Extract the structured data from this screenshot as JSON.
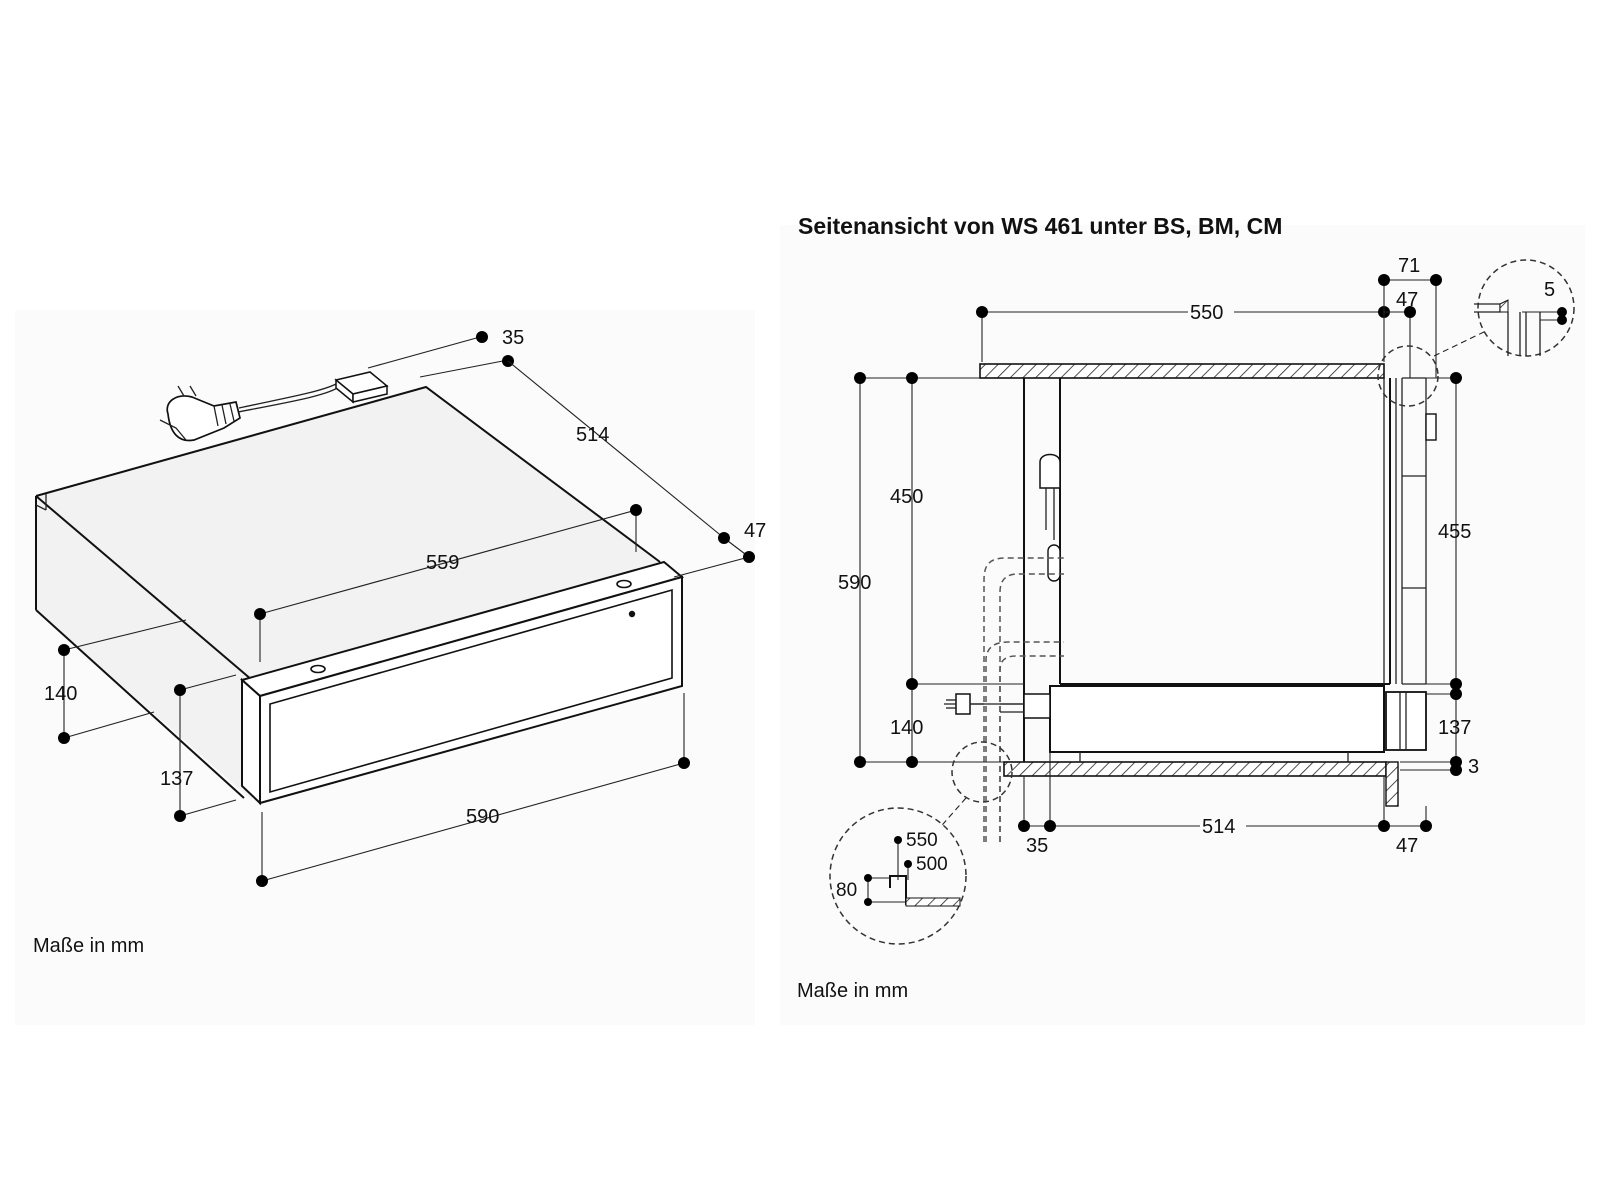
{
  "left_view": {
    "dims": {
      "d35": "35",
      "d514": "514",
      "d47": "47",
      "d559": "559",
      "d140": "140",
      "d137": "137",
      "d590": "590"
    },
    "units_note": "Maße in mm"
  },
  "right_view": {
    "title": "Seitenansicht von WS 461 unter BS, BM, CM",
    "dims": {
      "d71": "71",
      "d47_top": "47",
      "d550": "550",
      "d5": "5",
      "d450": "450",
      "d590": "590",
      "d455": "455",
      "d140": "140",
      "d137": "137",
      "d3": "3",
      "d35": "35",
      "d514": "514",
      "d47_bottom": "47"
    },
    "detail": {
      "d550": "550",
      "d500": "500",
      "d80": "80"
    },
    "units_note": "Maße in mm"
  }
}
